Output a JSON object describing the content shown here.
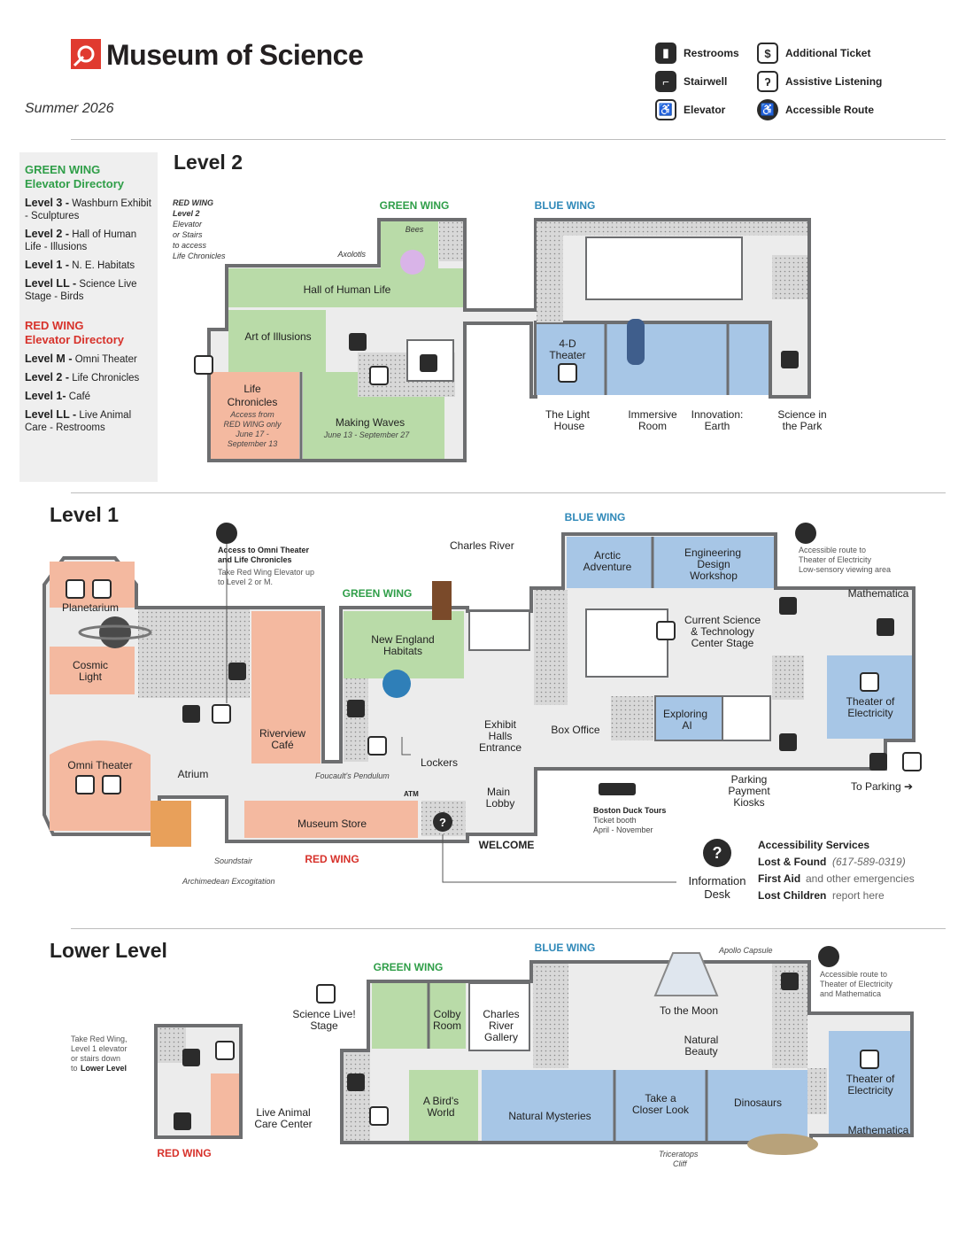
{
  "brand": {
    "name": "Museum of Science",
    "season": "Summer 2026",
    "accent": "#e03a2f"
  },
  "legend": [
    {
      "icon": "restroom-icon",
      "label": "Restrooms"
    },
    {
      "icon": "stairwell-icon",
      "label": "Stairwell"
    },
    {
      "icon": "elevator-icon",
      "label": "Elevator"
    },
    {
      "icon": "ticket-icon",
      "label": "Additional Ticket"
    },
    {
      "icon": "ear-icon",
      "label": "Assistive Listening"
    },
    {
      "icon": "wheelchair-icon",
      "label": "Accessible Route"
    }
  ],
  "directory": {
    "green_title": "GREEN WING",
    "green_sub": "Elevator Directory",
    "green": [
      {
        "level": "Level 3 -",
        "text": " Washburn Exhibit - Sculptures"
      },
      {
        "level": "Level 2 -",
        "text": " Hall of Human Life - Illusions"
      },
      {
        "level": "Level 1 -",
        "text": " N. E. Habitats"
      },
      {
        "level": "Level LL -",
        "text": " Science Live Stage - Birds"
      }
    ],
    "red_title": "RED WING",
    "red_sub": "Elevator Directory",
    "red": [
      {
        "level": "Level M -",
        "text": " Omni Theater"
      },
      {
        "level": "Level 2 -",
        "text": " Life Chronicles"
      },
      {
        "level": "Level 1-",
        "text": " Café"
      },
      {
        "level": "Level LL -",
        "text": " Live Animal Care - Restrooms"
      }
    ]
  },
  "colors": {
    "green": "#b9dba8",
    "red": "#f4b9a0",
    "blue": "#a7c6e6",
    "wall": "#6d6e70",
    "hall": "#ececec",
    "hatch": "#d0d0d0"
  },
  "level2": {
    "title": "Level 2",
    "wing_green": "GREEN WING",
    "wing_blue": "BLUE WING",
    "red_note_1": "RED WING",
    "red_note_2": "Level 2",
    "red_note_3": "Elevator",
    "red_note_4": "or Stairs",
    "red_note_5": "to access",
    "red_note_6": "Life Chronicles",
    "bees": "Bees",
    "axolotls": "Axolotls",
    "hall_human_life": "Hall of Human Life",
    "art_illusions": "Art of Illusions",
    "life_1": "Life",
    "life_2": "Chronicles",
    "life_note_1": "Access from",
    "life_note_2": "RED WING only",
    "life_note_3": "June 17 -",
    "life_note_4": "September 13",
    "making_waves": "Making Waves",
    "making_waves_dates": "June 13 - September 27",
    "theater_4d_1": "4-D",
    "theater_4d_2": "Theater",
    "light_house_1": "The Light",
    "light_house_2": "House",
    "immersive_1": "Immersive",
    "immersive_2": "Room",
    "innovation_1": "Innovation:",
    "innovation_2": "Earth",
    "science_park_1": "Science in",
    "science_park_2": "the Park"
  },
  "level1": {
    "title": "Level 1",
    "wing_blue": "BLUE WING",
    "wing_green": "GREEN WING",
    "wing_red": "RED WING",
    "charles_river": "Charles River",
    "omni_access_1": "Access to Omni Theater",
    "omni_access_2": "and Life Chronicles",
    "omni_access_3": "Take Red Wing Elevator up",
    "omni_access_4": "to Level 2 or M.",
    "planetarium": "Planetarium",
    "cosmic_1": "Cosmic",
    "cosmic_2": "Light",
    "omni_theater": "Omni Theater",
    "atrium": "Atrium",
    "riverview_1": "Riverview",
    "riverview_2": "Café",
    "ne_habitats_1": "New England",
    "ne_habitats_2": "Habitats",
    "lockers": "Lockers",
    "foucault": "Foucault's Pendulum",
    "exhibit_1": "Exhibit",
    "exhibit_2": "Halls",
    "exhibit_3": "Entrance",
    "box_office": "Box Office",
    "main_lobby_1": "Main",
    "main_lobby_2": "Lobby",
    "welcome": "WELCOME",
    "atm": "ATM",
    "museum_store": "Museum Store",
    "soundstair": "Soundstair",
    "archimedean": "Archimedean Excogitation",
    "arctic_1": "Arctic",
    "arctic_2": "Adventure",
    "engineering_1": "Engineering",
    "engineering_2": "Design",
    "engineering_3": "Workshop",
    "access_route_1": "Accessible route to",
    "access_route_2": "Theater of Electricity",
    "access_route_3": "Low-sensory viewing area",
    "mathematica": "Mathematica",
    "current_1": "Current Science",
    "current_2": "& Technology",
    "current_3": "Center Stage",
    "theater_elec_1": "Theater of",
    "theater_elec_2": "Electricity",
    "exploring_1": "Exploring",
    "exploring_2": "AI",
    "parking_1": "Parking",
    "parking_2": "Payment",
    "parking_3": "Kiosks",
    "to_parking": "To Parking ➔",
    "duck_1": "Boston Duck Tours",
    "duck_2": "Ticket booth",
    "duck_3": "April - November",
    "info_1": "Information",
    "info_2": "Desk"
  },
  "accessibility": {
    "title": "Accessibility Services",
    "lost_found": "Lost & Found",
    "lost_found_phone": "(617-589-0319)",
    "first_aid": "First Aid",
    "first_aid_note": "and other emergencies",
    "lost_children": "Lost Children",
    "lost_children_note": "report here"
  },
  "lower": {
    "title": "Lower Level",
    "wing_green": "GREEN WING",
    "wing_blue": "BLUE WING",
    "wing_red": "RED WING",
    "red_note_1": "Take Red Wing,",
    "red_note_2": "Level 1 elevator",
    "red_note_3": "or stairs down",
    "red_note_4": "to",
    "red_note_5": "Lower Level",
    "live_animal_1": "Live Animal",
    "live_animal_2": "Care Center",
    "science_live_1": "Science Live!",
    "science_live_2": "Stage",
    "colby_1": "Colby",
    "colby_2": "Room",
    "charles_gallery_1": "Charles",
    "charles_gallery_2": "River",
    "charles_gallery_3": "Gallery",
    "birds_1": "A Bird's",
    "birds_2": "World",
    "natural_mysteries": "Natural Mysteries",
    "closer_1": "Take a",
    "closer_2": "Closer Look",
    "dinosaurs": "Dinosaurs",
    "apollo": "Apollo Capsule",
    "to_moon": "To the Moon",
    "natural_beauty_1": "Natural",
    "natural_beauty_2": "Beauty",
    "access_route_1": "Accessible route to",
    "access_route_2": "Theater of Electricity",
    "access_route_3": "and Mathematica",
    "theater_elec_1": "Theater of",
    "theater_elec_2": "Electricity",
    "mathematica": "Mathematica",
    "triceratops_1": "Triceratops",
    "triceratops_2": "Cliff"
  }
}
